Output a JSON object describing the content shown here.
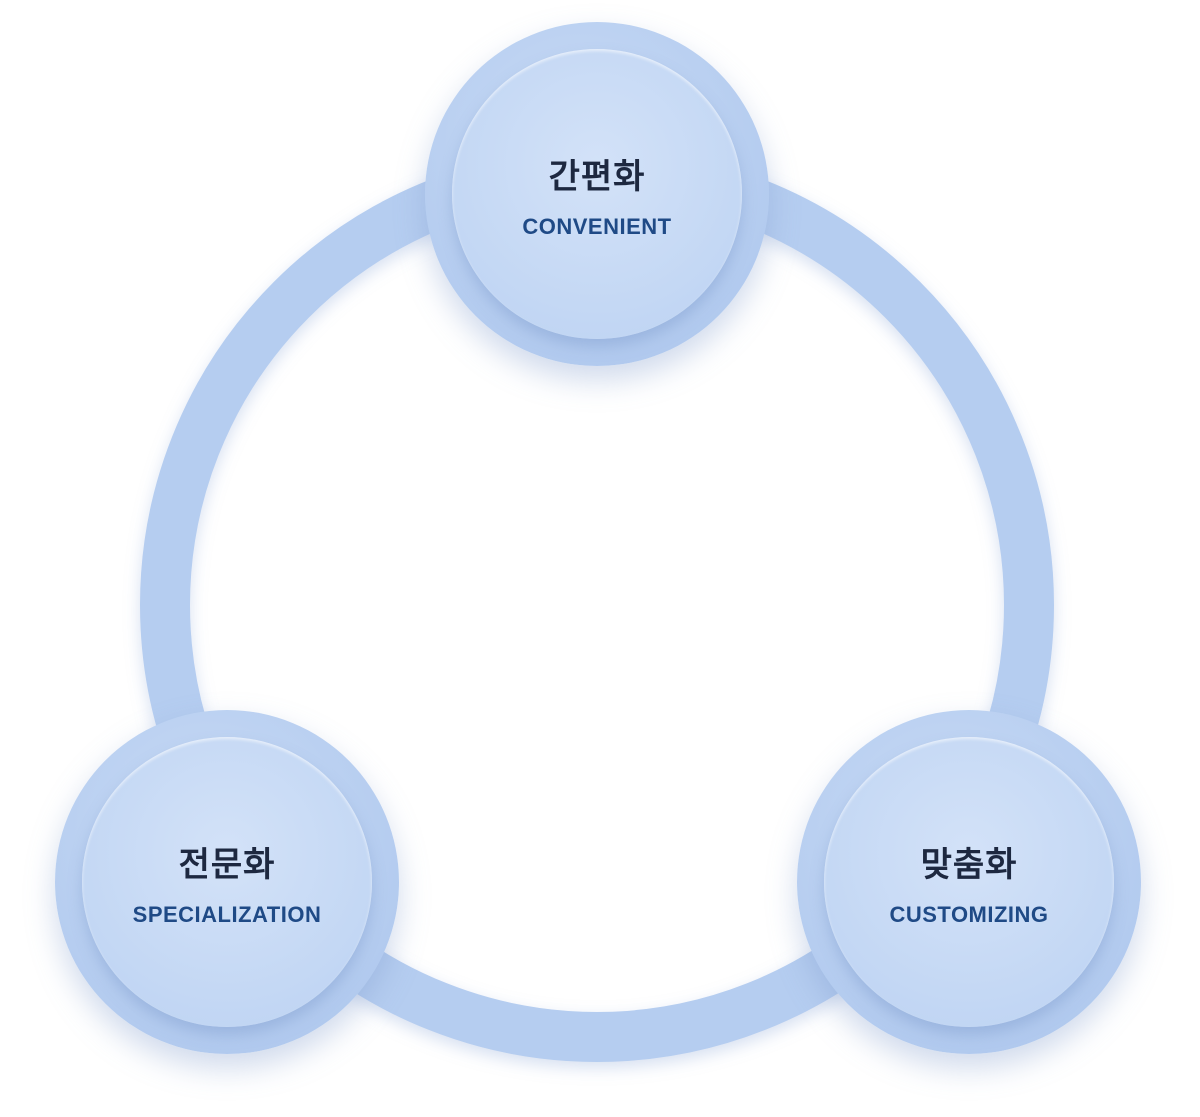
{
  "nodes": [
    {
      "ko": "간편화",
      "en": "CONVENIENT"
    },
    {
      "ko": "전문화",
      "en": "SPECIALIZATION"
    },
    {
      "ko": "맞춤화",
      "en": "CUSTOMIZING"
    }
  ],
  "colors": {
    "ring": "#b5cdf0",
    "text_ko": "#1d2840",
    "text_en": "#1f4a86"
  }
}
